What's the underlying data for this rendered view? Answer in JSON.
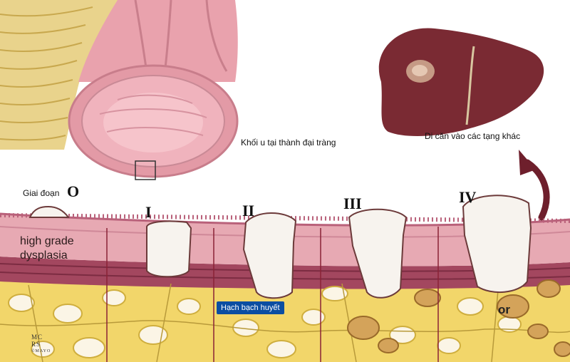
{
  "labels": {
    "colon_wall_tumor": "Khối u tại thành đại tràng",
    "metastasis": "Di căn vào các tạng khác",
    "stage_prefix": "Giai đoạn",
    "lymph_node": "Hạch bạch huyết",
    "or_text": "or",
    "high_grade_dysplasia": [
      "high grade",
      "dysplasia"
    ]
  },
  "stages": [
    "O",
    "I",
    "II",
    "III",
    "IV"
  ],
  "logo_text": [
    "MC",
    "RS",
    "©MAYO"
  ],
  "colors": {
    "tissue_pink": "#e7a9b3",
    "mucosa_dark": "#b9617a",
    "muscle_layer": "#a3475f",
    "fat_yellow": "#f2d66a",
    "tumor_white": "#f7f3ee",
    "liver": "#7a2a33",
    "arrow": "#6e1f2c",
    "node_label_bg": "#0b4ea2"
  }
}
